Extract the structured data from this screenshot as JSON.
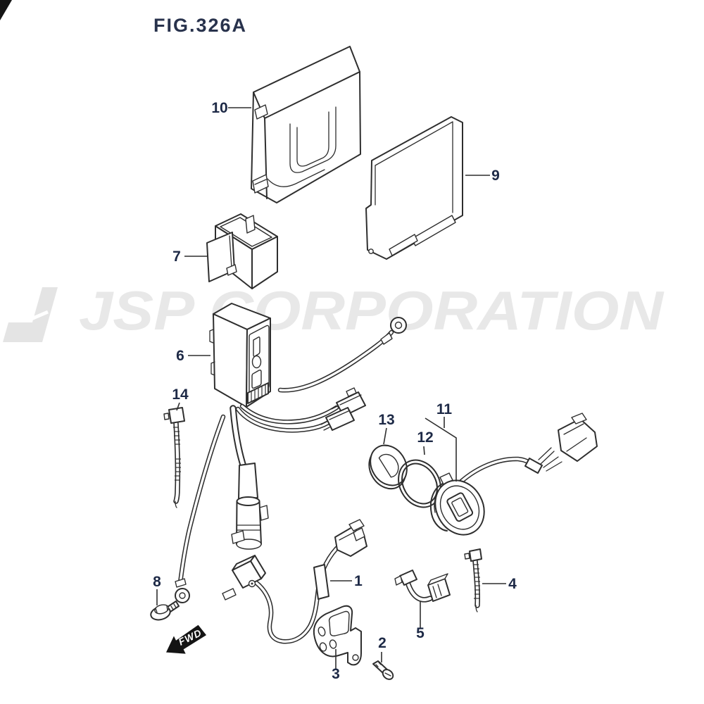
{
  "figure": {
    "title": "FIG.326A"
  },
  "watermark": {
    "text": "JSP CORPORATION"
  },
  "direction_label": {
    "text": "FWD"
  },
  "parts": [
    {
      "number": "1"
    },
    {
      "number": "2"
    },
    {
      "number": "3"
    },
    {
      "number": "4"
    },
    {
      "number": "5"
    },
    {
      "number": "6"
    },
    {
      "number": "7"
    },
    {
      "number": "8"
    },
    {
      "number": "9"
    },
    {
      "number": "10"
    },
    {
      "number": "11"
    },
    {
      "number": "12"
    },
    {
      "number": "13"
    },
    {
      "number": "14"
    }
  ]
}
